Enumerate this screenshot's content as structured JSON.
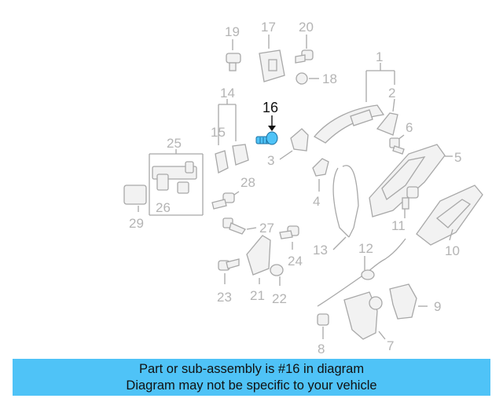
{
  "diagram": {
    "highlight_color": "#4fc3f7",
    "highlighted_part": "16",
    "part_numbers": [
      "1",
      "2",
      "3",
      "4",
      "5",
      "6",
      "7",
      "8",
      "9",
      "10",
      "11",
      "12",
      "13",
      "14",
      "15",
      "16",
      "17",
      "18",
      "19",
      "20",
      "21",
      "22",
      "23",
      "24",
      "25",
      "26",
      "27",
      "28",
      "29"
    ]
  },
  "banner": {
    "line1": "Part or sub-assembly is #16 in diagram",
    "line2": "Diagram may not be specific to your vehicle"
  }
}
